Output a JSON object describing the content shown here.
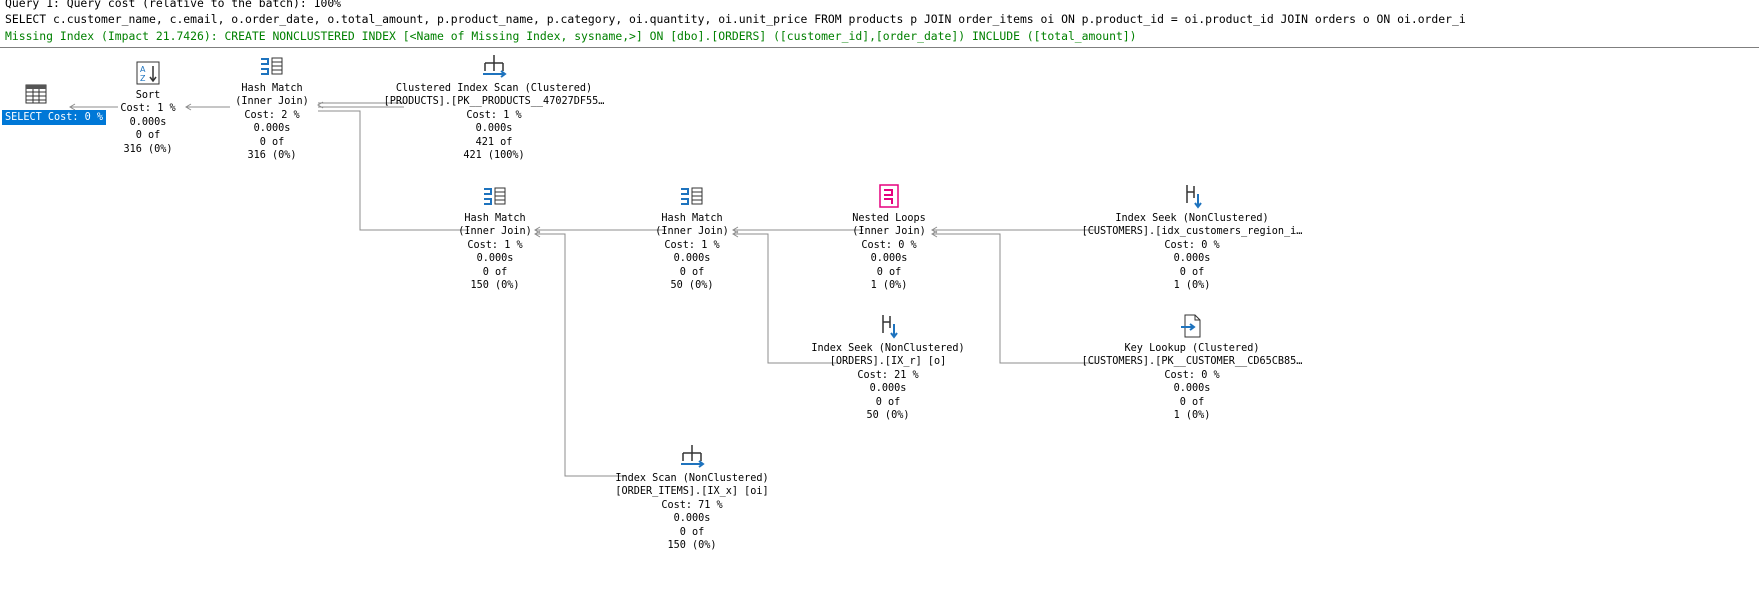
{
  "header": {
    "query_line": "Query 1: Query cost (relative to the batch): 100%",
    "sql_line": "SELECT c.customer_name, c.email, o.order_date, o.total_amount, p.product_name, p.category, oi.quantity, oi.unit_price FROM products p JOIN order_items oi ON p.product_id = oi.product_id JOIN orders o ON oi.order_i",
    "missing_index_line": "Missing Index (Impact 21.7426): CREATE NONCLUSTERED INDEX [<Name of Missing Index, sysname,>] ON [dbo].[ORDERS] ([customer_id],[order_date]) INCLUDE ([total_amount])"
  },
  "colors": {
    "missing_index": "#008000",
    "selected_bg": "#0078d7",
    "connector": "#8c8c8c",
    "icon_blue": "#1e73be",
    "icon_pink": "#e6007e"
  },
  "nodes": {
    "select": {
      "icon": "table-icon",
      "lines": [
        "SELECT",
        "Cost: 0 %"
      ]
    },
    "sort": {
      "icon": "sort-icon",
      "lines": [
        "Sort",
        "Cost: 1 %",
        "0.000s",
        "0 of",
        "316 (0%)"
      ]
    },
    "hash1": {
      "icon": "hash-match-icon",
      "lines": [
        "Hash Match",
        "(Inner Join)",
        "Cost: 2 %",
        "0.000s",
        "0 of",
        "316 (0%)"
      ]
    },
    "ciscan": {
      "icon": "clustered-index-scan-icon",
      "lines": [
        "Clustered Index Scan (Clustered)",
        "[PRODUCTS].[PK__PRODUCTS__47027DF55…",
        "Cost: 1 %",
        "0.000s",
        "421 of",
        "421 (100%)"
      ]
    },
    "hash2": {
      "icon": "hash-match-icon",
      "lines": [
        "Hash Match",
        "(Inner Join)",
        "Cost: 1 %",
        "0.000s",
        "0 of",
        "150 (0%)"
      ]
    },
    "hash3": {
      "icon": "hash-match-icon",
      "lines": [
        "Hash Match",
        "(Inner Join)",
        "Cost: 1 %",
        "0.000s",
        "0 of",
        "50 (0%)"
      ]
    },
    "nested": {
      "icon": "nested-loops-icon",
      "lines": [
        "Nested Loops",
        "(Inner Join)",
        "Cost: 0 %",
        "0.000s",
        "0 of",
        "1 (0%)"
      ]
    },
    "seek_cust": {
      "icon": "index-seek-icon",
      "lines": [
        "Index Seek (NonClustered)",
        "[CUSTOMERS].[idx_customers_region_i…",
        "Cost: 0 %",
        "0.000s",
        "0 of",
        "1 (0%)"
      ]
    },
    "seek_ord": {
      "icon": "index-seek-icon",
      "lines": [
        "Index Seek (NonClustered)",
        "[ORDERS].[IX_r] [o]",
        "Cost: 21 %",
        "0.000s",
        "0 of",
        "50 (0%)"
      ]
    },
    "keylookup": {
      "icon": "key-lookup-icon",
      "lines": [
        "Key Lookup (Clustered)",
        "[CUSTOMERS].[PK__CUSTOMER__CD65CB85…",
        "Cost: 0 %",
        "0.000s",
        "0 of",
        "1 (0%)"
      ]
    },
    "iscan": {
      "icon": "index-scan-icon",
      "lines": [
        "Index Scan (NonClustered)",
        "[ORDER_ITEMS].[IX_x] [oi]",
        "Cost: 71 %",
        "0.000s",
        "0 of",
        "150 (0%)"
      ]
    }
  }
}
